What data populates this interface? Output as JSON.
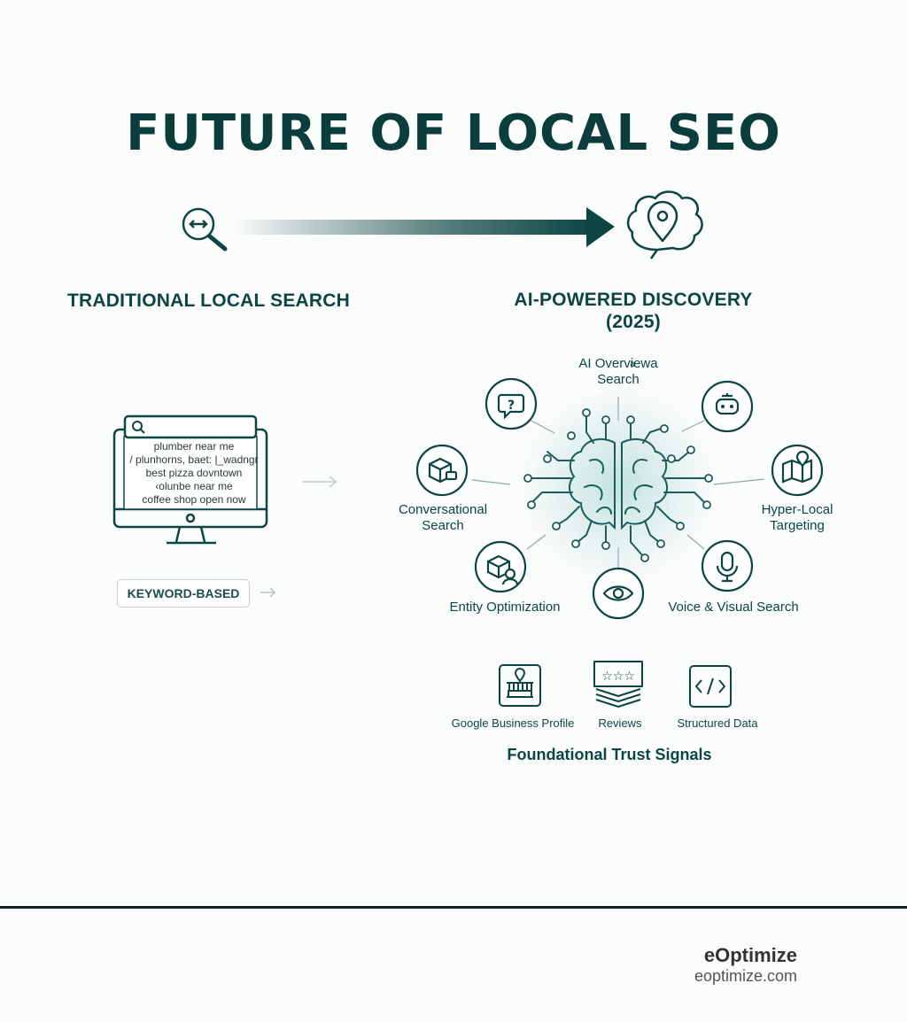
{
  "title": "FUTURE OF LOCAL SEO",
  "left": {
    "heading": "TRADITIONAL LOCAL SEARCH",
    "queries": [
      "plumber near me",
      "/ plunhorns, baet: |_wadngr",
      "best pizza dovntown",
      "‹olunbe near me",
      "coffee shop open now"
    ],
    "badge": "KEYWORD-BASED"
  },
  "right": {
    "heading_line1": "AI-POWERED DISCOVERY",
    "heading_line2": "(2025)",
    "nodes": {
      "ai_overviews": "AI Overviewa\nSearch",
      "conversational": "Conversational\nSearch",
      "hyper_local": "Hyper-Local\nTargeting",
      "entity": "Entity Optimization",
      "voice_visual": "Voice & Visual Search"
    },
    "trust_signals": {
      "items": [
        "Google Business Profile",
        "Reviews",
        "Structured Data"
      ],
      "heading": "Foundational Trust Signals"
    }
  },
  "brand": {
    "name": "eOptimize",
    "site": "eoptimize.com"
  },
  "colors": {
    "primary": "#0d4545",
    "accent": "#1f6b68",
    "background": "#fbfcfc"
  }
}
